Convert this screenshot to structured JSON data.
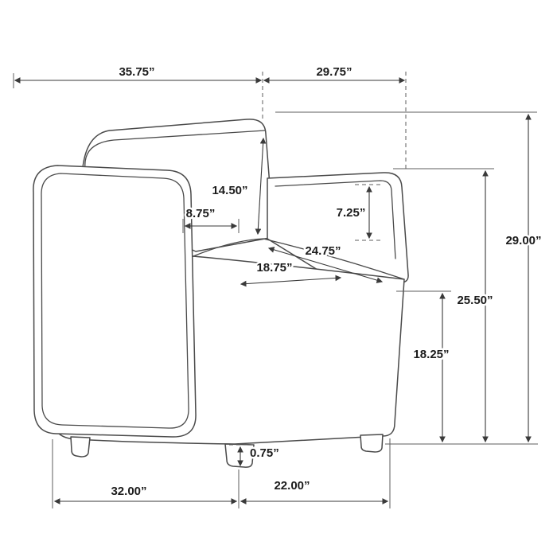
{
  "page": {
    "title": "Armchair dimension diagram",
    "background_color": "#ffffff",
    "drawing_line_color": "#4a4a4a",
    "dimension_line_color": "#3a3a3a",
    "label_text_color": "#1c1c1c",
    "units": "inches"
  },
  "figure": {
    "subject": "upholstered accent armchair, three-quarter view line drawing with dimension annotations"
  },
  "dimensions": {
    "overall_width_top": "35.75”",
    "depth_top": "29.75”",
    "backrest_height": "14.50”",
    "arm_front_width": "8.75”",
    "arm_inner_height": "7.25”",
    "seat_width_diagonal": "24.75”",
    "seat_depth": "18.75”",
    "overall_height": "29.00”",
    "arm_height": "25.50”",
    "seat_to_floor": "18.25”",
    "leg_height": "0.75”",
    "base_width_bottom": "32.00”",
    "base_depth_bottom": "22.00”"
  }
}
